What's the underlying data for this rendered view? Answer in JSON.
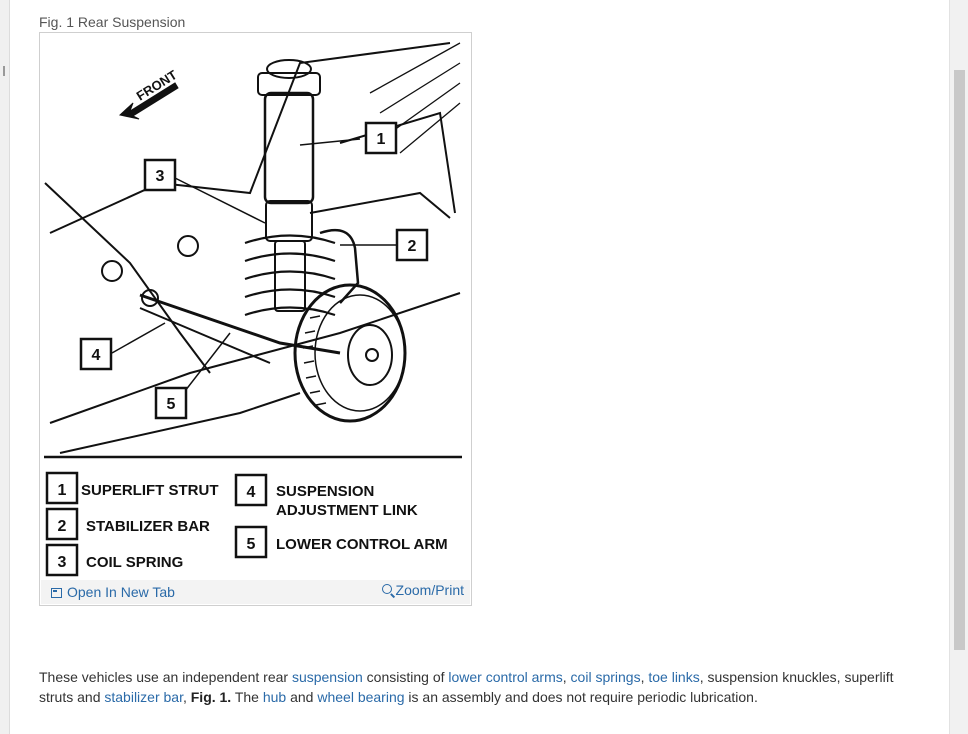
{
  "figure": {
    "caption": "Fig. 1 Rear Suspension",
    "front_label": "FRONT",
    "callouts": [
      "1",
      "2",
      "3",
      "4",
      "5"
    ],
    "legend": [
      {
        "num": "1",
        "label": "SUPERLIFT  STRUT"
      },
      {
        "num": "2",
        "label": "STABILIZER BAR"
      },
      {
        "num": "3",
        "label": "COIL SPRING"
      },
      {
        "num": "4",
        "label_line1": "SUSPENSION",
        "label_line2": "ADJUSTMENT LINK"
      },
      {
        "num": "5",
        "label": "LOWER CONTROL ARM"
      }
    ],
    "open_new_tab": "Open In New Tab",
    "zoom_print": "Zoom/Print"
  },
  "paragraph": {
    "t1": "These vehicles use an independent rear ",
    "l1": "suspension",
    "t2": " consisting of ",
    "l2": "lower control arms",
    "t3": ", ",
    "l3": "coil springs",
    "t4": ", ",
    "l4": "toe links",
    "t5": ", suspension knuckles, superlift struts and ",
    "l5": "stabilizer bar",
    "t6": ", ",
    "fig_ref": "Fig. 1.",
    "t7": " The ",
    "l6": "hub",
    "t8": " and ",
    "l7": "wheel bearing",
    "t9": " is an assembly and does not require periodic lubrication."
  }
}
